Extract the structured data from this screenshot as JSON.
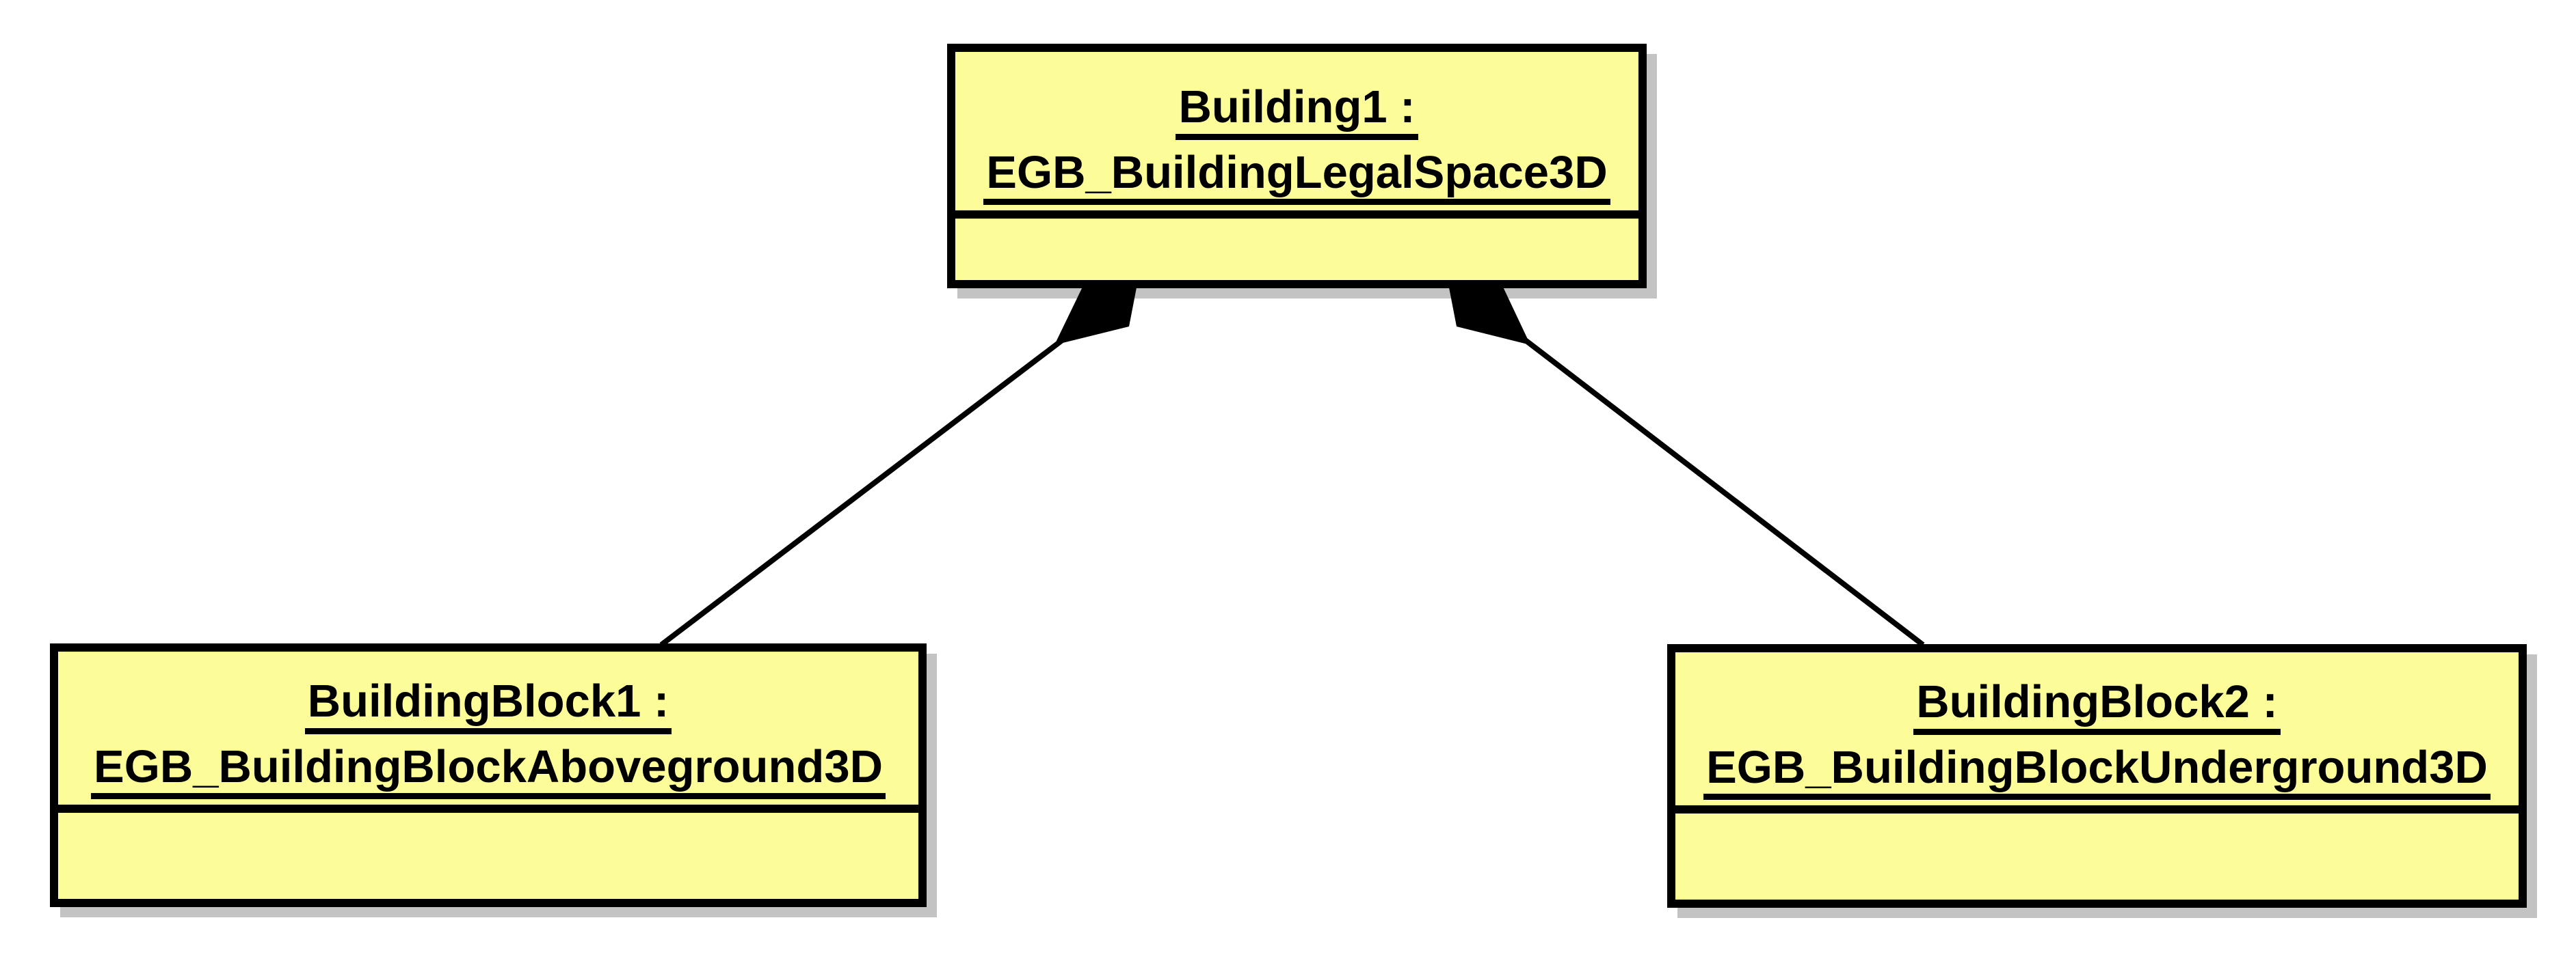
{
  "diagram": {
    "kind": "uml-object-diagram",
    "colors": {
      "node_fill": "#fcfc99",
      "node_border": "#000000",
      "shadow": "#c3c3c3",
      "text": "#000000",
      "background": "#ffffff"
    },
    "nodes": [
      {
        "id": "Building1",
        "name": "Building1 :",
        "classifier": "EGB_BuildingLegalSpace3D"
      },
      {
        "id": "BuildingBlock1",
        "name": "BuildingBlock1 :",
        "classifier": "EGB_BuildingBlockAboveground3D"
      },
      {
        "id": "BuildingBlock2",
        "name": "BuildingBlock2 :",
        "classifier": "EGB_BuildingBlockUnderground3D"
      }
    ],
    "edges": [
      {
        "from": "Building1",
        "to": "BuildingBlock1",
        "type": "composition",
        "diamond_at": "Building1"
      },
      {
        "from": "Building1",
        "to": "BuildingBlock2",
        "type": "composition",
        "diamond_at": "Building1"
      }
    ]
  }
}
